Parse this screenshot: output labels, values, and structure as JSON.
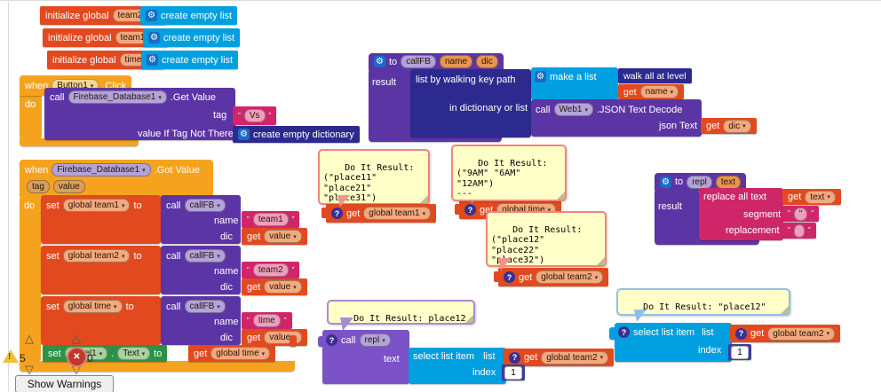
{
  "status": {
    "warnings": "5",
    "errors": "0",
    "show_warnings": "Show Warnings"
  },
  "init_blocks": [
    {
      "kw": "initialize global",
      "name": "team2",
      "to": "to",
      "value_label": "create empty list"
    },
    {
      "kw": "initialize global",
      "name": "team1",
      "to": "to",
      "value_label": "create empty list"
    },
    {
      "kw": "initialize global",
      "name": "time",
      "to": "to",
      "value_label": "create empty list"
    }
  ],
  "when_click": {
    "when": "when",
    "component": "Button1",
    "event": ".Click",
    "do": "do",
    "call_label": "call",
    "callee": "Firebase_Database1",
    "method": ".Get Value",
    "tag_label": "tag",
    "tag_string": "Vs",
    "value_label": "value If Tag Not There",
    "dict_label": "create empty dictionary"
  },
  "when_got": {
    "when": "when",
    "component": "Firebase_Database1",
    "event": ".Got Value",
    "p1": "tag",
    "p2": "value",
    "do": "do",
    "sets": [
      {
        "set": "set",
        "var": "global team1",
        "to": "to",
        "call": "call",
        "proc": "callFB",
        "name_label": "name",
        "name_string": "team1",
        "dic_label": "dic",
        "get": "get",
        "get_var": "value"
      },
      {
        "set": "set",
        "var": "global team2",
        "to": "to",
        "call": "call",
        "proc": "callFB",
        "name_label": "name",
        "name_string": "team2",
        "dic_label": "dic",
        "get": "get",
        "get_var": "value"
      },
      {
        "set": "set",
        "var": "global time",
        "to": "to",
        "call": "call",
        "proc": "callFB",
        "name_label": "name",
        "name_string": "time",
        "dic_label": "dic",
        "get": "get",
        "get_var": "value"
      }
    ],
    "set_label": {
      "set": "set",
      "component": "Label1",
      "dot": ".",
      "prop": "Text",
      "to": "to",
      "get": "get",
      "var": "global time"
    }
  },
  "proc_callfb": {
    "to": "to",
    "name": "callFB",
    "p1": "name",
    "p2": "dic",
    "result": "result",
    "walk_label": "list by walking key path",
    "make_list": "make a list",
    "walk_all": "walk all at level",
    "get1": "get",
    "get1_var": "name",
    "in_dict": "in dictionary or list",
    "call": "call",
    "web": "Web1",
    "method": ".JSON Text Decode",
    "json_label": "json Text",
    "get2": "get",
    "get2_var": "dic"
  },
  "proc_repl": {
    "to": "to",
    "name": "repl",
    "p1": "text",
    "result": "result",
    "replace_label": "replace all text",
    "get": "get",
    "get_var": "text",
    "segment_label": "segment",
    "segment_value": "\"",
    "replacement_label": "replacement",
    "replacement_value": ""
  },
  "doit_boxes": [
    {
      "text": "Do It Result:\n(\"place11\"\n\"place21\"\n\"place31\")"
    },
    {
      "text": "Do It Result:\n(\"9AM\" \"6AM\"\n\"12AM\")\n---"
    },
    {
      "text": "Do It Result:\n(\"place12\"\n\"place22\"\n\"place32\")"
    },
    {
      "text": "Do It Result: place12"
    },
    {
      "text": "Do It Result: \"place12\"\n---"
    }
  ],
  "get_blocks": {
    "team1": {
      "get": "get",
      "var": "global team1"
    },
    "team2": {
      "get": "get",
      "var": "global team2"
    },
    "time": {
      "get": "get",
      "var": "global time"
    }
  },
  "call_repl": {
    "call": "call",
    "proc": "repl",
    "text_label": "text"
  },
  "select_item": {
    "label": "select list item",
    "list": "list",
    "index": "index",
    "one": "1"
  }
}
